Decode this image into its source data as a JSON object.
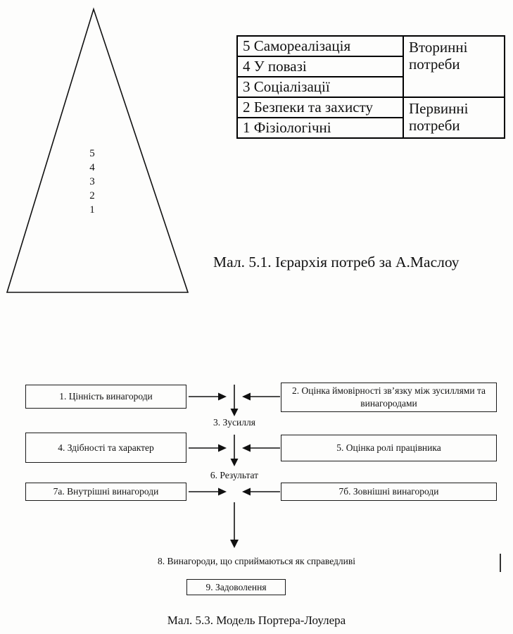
{
  "figure_maslow": {
    "pyramid_levels": [
      "5",
      "4",
      "3",
      "2",
      "1"
    ],
    "table": {
      "rows": [
        "5 Самореалізація",
        "4 У повазі",
        "3 Соціалізації",
        "2 Безпеки та захисту",
        "1 Фізіологічні"
      ],
      "secondary_group": "Вторинні потреби",
      "primary_group": "Первинні потреби"
    },
    "caption": "Мал. 5.1. Ієрархія потреб за А.Маслоу"
  },
  "figure_porter_lawler": {
    "box1": "1. Цінність винагороди",
    "box2": "2. Оцінка ймовірності зв’язку між зусиллями та винагородами",
    "node3": "3. Зусилля",
    "box4": "4. Здібності та характер",
    "box5": "5. Оцінка ролі працівника",
    "node6": "6. Результат",
    "box7a": "7а. Внутрішні винагороди",
    "box7b": "7б. Зовнішні винагороди",
    "text8": "8. Винагороди, що сприймаються як справедливі",
    "box9": "9. Задоволення",
    "caption": "Мал. 5.3. Модель Портера-Лоулера"
  }
}
